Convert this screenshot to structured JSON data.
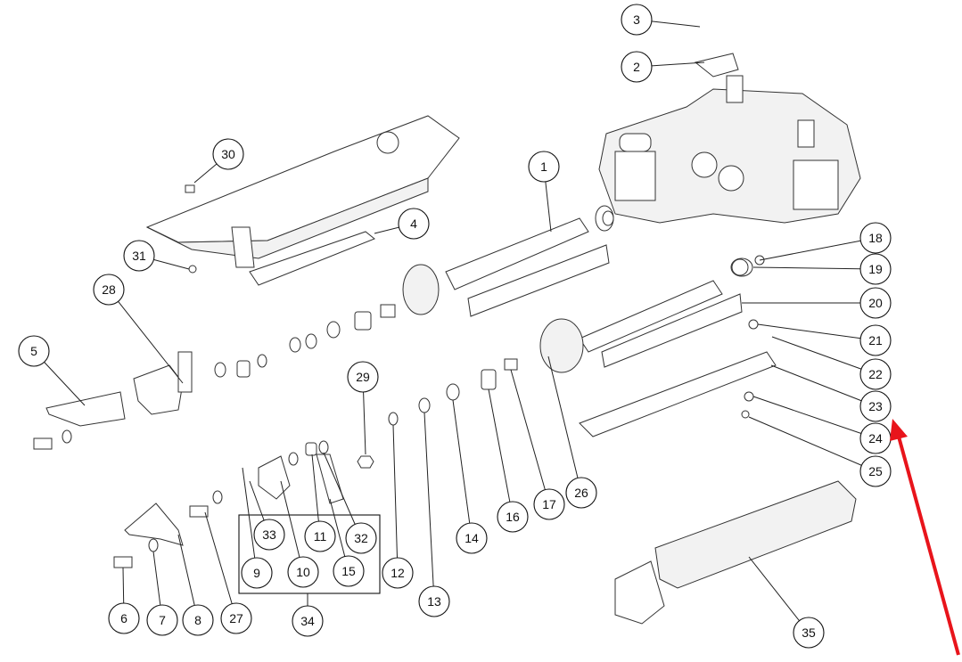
{
  "diagram": {
    "type": "exploded parts diagram",
    "callouts": [
      "1",
      "2",
      "3",
      "4",
      "5",
      "6",
      "7",
      "8",
      "9",
      "10",
      "11",
      "12",
      "13",
      "14",
      "15",
      "16",
      "17",
      "18",
      "19",
      "20",
      "21",
      "22",
      "23",
      "24",
      "25",
      "26",
      "27",
      "28",
      "29",
      "30",
      "31",
      "32",
      "33",
      "34",
      "35"
    ],
    "group_box_members": [
      "9",
      "10",
      "11",
      "15",
      "32",
      "33"
    ],
    "group_box_label": "34",
    "highlight": {
      "target": "23",
      "arrow_color": "#e8141b"
    }
  }
}
